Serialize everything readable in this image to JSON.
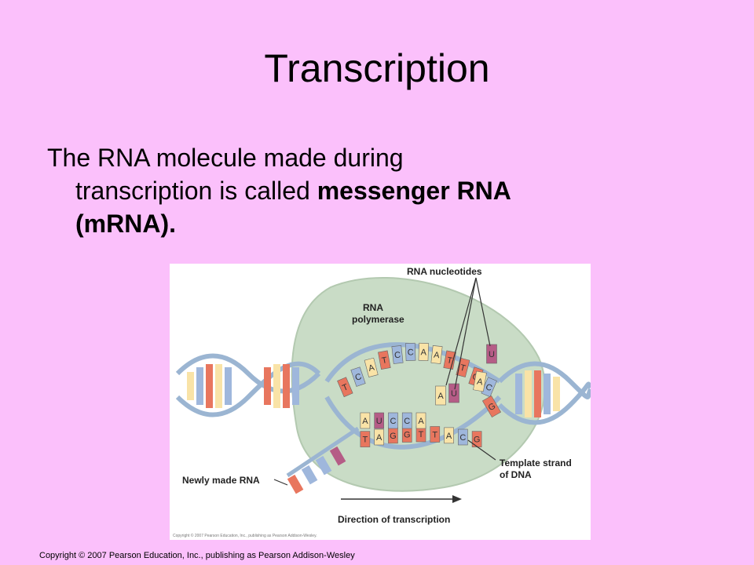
{
  "slide": {
    "title": "Transcription",
    "text_line1": "The RNA molecule made during",
    "text_line2_plain": "transcription is called ",
    "text_line2_bold": "messenger RNA",
    "text_line3_bold": "(mRNA).",
    "copyright": "Copyright © 2007 Pearson Education, Inc., publishing as Pearson Addison-Wesley"
  },
  "figure": {
    "label_rna_nucleotides": "RNA nucleotides",
    "label_rna": "RNA",
    "label_polymerase": "polymerase",
    "label_template_1": "Template strand",
    "label_template_2": "of DNA",
    "label_newly_made_rna": "Newly made RNA",
    "label_direction": "Direction of transcription",
    "fig_copyright": "Copyright © 2007 Pearson Education, Inc., publishing as Pearson Addison-Wesley.",
    "top_strand_bases": [
      "T",
      "C",
      "A",
      "T",
      "C",
      "C",
      "A",
      "A",
      "T",
      "T",
      "G",
      "C"
    ],
    "bottom_rna_bases": [
      "A",
      "U",
      "C",
      "C",
      "A"
    ],
    "bottom_template_bases": [
      "T",
      "A",
      "G",
      "G",
      "T",
      "T",
      "A",
      "C",
      "G"
    ],
    "free_nucleotides": [
      "A",
      "U",
      "U",
      "A",
      "G"
    ],
    "colors": {
      "background": "#fbc0fb",
      "polymerase": "#c9dcc6",
      "base_red": "#e8765e",
      "base_yellow": "#f9e3a7",
      "base_blue": "#9fb7dc",
      "base_purple": "#b55c86",
      "backbone": "#9bb5d2"
    }
  }
}
